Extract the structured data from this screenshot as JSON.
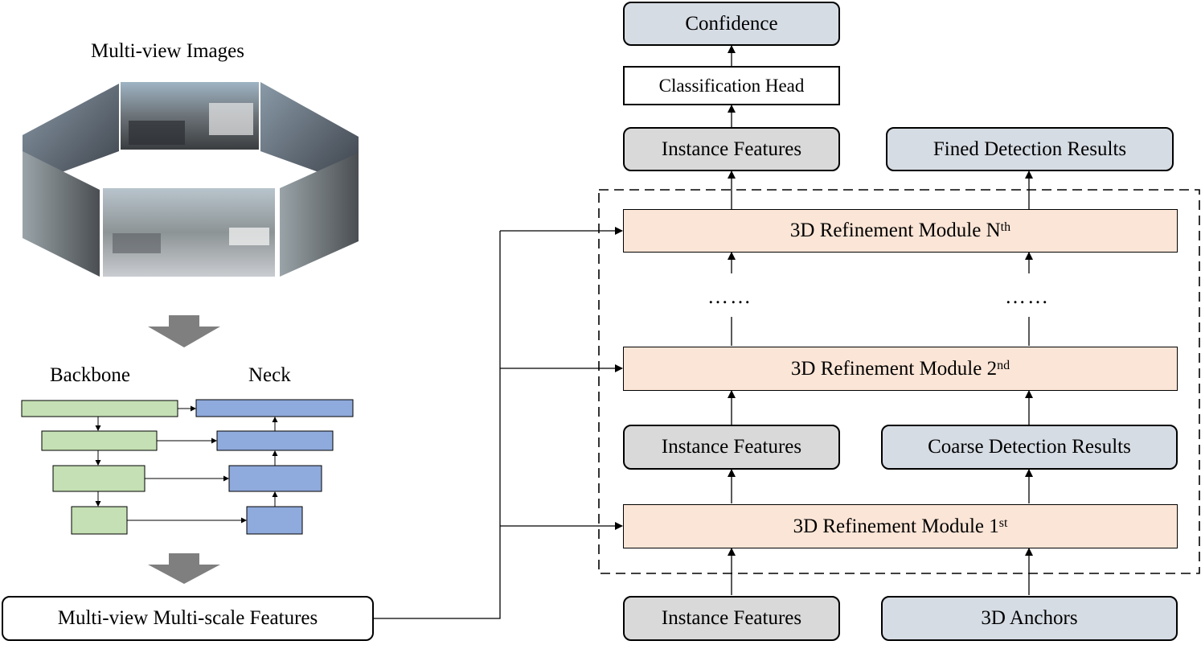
{
  "images_section": {
    "title": "Multi-view Images"
  },
  "fpn": {
    "backbone_label": "Backbone",
    "neck_label": "Neck",
    "colors": {
      "backbone": "#c5e0b4",
      "neck": "#8faadc"
    }
  },
  "features_box": {
    "label": "Multi-view Multi-scale Features"
  },
  "decoder": {
    "confidence": "Confidence",
    "classification_head": "Classification Head",
    "instance_features_top": "Instance Features",
    "fined_results": "Fined Detection Results",
    "module_n": {
      "base": "3D Refinement Module N",
      "sup": "th"
    },
    "module_2": {
      "base": "3D Refinement Module 2",
      "sup": "nd"
    },
    "module_1": {
      "base": "3D Refinement Module 1",
      "sup": "st"
    },
    "ellipsis_left": "……",
    "ellipsis_right": "……",
    "instance_features_mid": "Instance Features",
    "coarse_results": "Coarse Detection Results",
    "instance_features_bottom": "Instance Features",
    "anchors": "3D Anchors"
  },
  "colors": {
    "gray_box": "#d9d9d9",
    "bluegray_box": "#d6dce4",
    "module_box": "#fbe5d6",
    "arrow_gray": "#7f7f7f"
  }
}
